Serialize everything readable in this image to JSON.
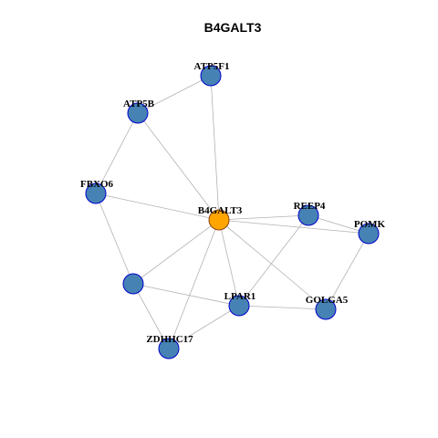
{
  "title": "B4GALT3",
  "colors": {
    "center_node_fill": "#FFA500",
    "center_node_stroke": "#8B4513",
    "node_fill": "#4682B4",
    "node_stroke": "#0000CD",
    "edge": "#B3B3B3",
    "background": "#FFFFFF"
  },
  "graph": {
    "center": "B4GALT3",
    "nodes": [
      {
        "id": "B4GALT3",
        "label": "B4GALT3"
      },
      {
        "id": "ATP5F1",
        "label": "ATP5F1"
      },
      {
        "id": "ATP5B",
        "label": "ATP5B"
      },
      {
        "id": "FBXO6",
        "label": "FBXO6"
      },
      {
        "id": "REEP4",
        "label": "REEP4"
      },
      {
        "id": "POMK",
        "label": "POMK"
      },
      {
        "id": "UNLABELED",
        "label": ""
      },
      {
        "id": "LPAR1",
        "label": "LPAR1"
      },
      {
        "id": "GOLGA5",
        "label": "GOLGA5"
      },
      {
        "id": "ZDHHC17",
        "label": "ZDHHC17"
      }
    ],
    "edges": [
      [
        "ATP5F1",
        "ATP5B"
      ],
      [
        "ATP5F1",
        "B4GALT3"
      ],
      [
        "ATP5B",
        "B4GALT3"
      ],
      [
        "ATP5B",
        "FBXO6"
      ],
      [
        "FBXO6",
        "B4GALT3"
      ],
      [
        "FBXO6",
        "UNLABELED"
      ],
      [
        "B4GALT3",
        "REEP4"
      ],
      [
        "B4GALT3",
        "POMK"
      ],
      [
        "B4GALT3",
        "UNLABELED"
      ],
      [
        "B4GALT3",
        "LPAR1"
      ],
      [
        "B4GALT3",
        "GOLGA5"
      ],
      [
        "B4GALT3",
        "ZDHHC17"
      ],
      [
        "REEP4",
        "POMK"
      ],
      [
        "REEP4",
        "LPAR1"
      ],
      [
        "POMK",
        "GOLGA5"
      ],
      [
        "UNLABELED",
        "LPAR1"
      ],
      [
        "UNLABELED",
        "ZDHHC17"
      ],
      [
        "LPAR1",
        "GOLGA5"
      ],
      [
        "LPAR1",
        "ZDHHC17"
      ]
    ]
  }
}
